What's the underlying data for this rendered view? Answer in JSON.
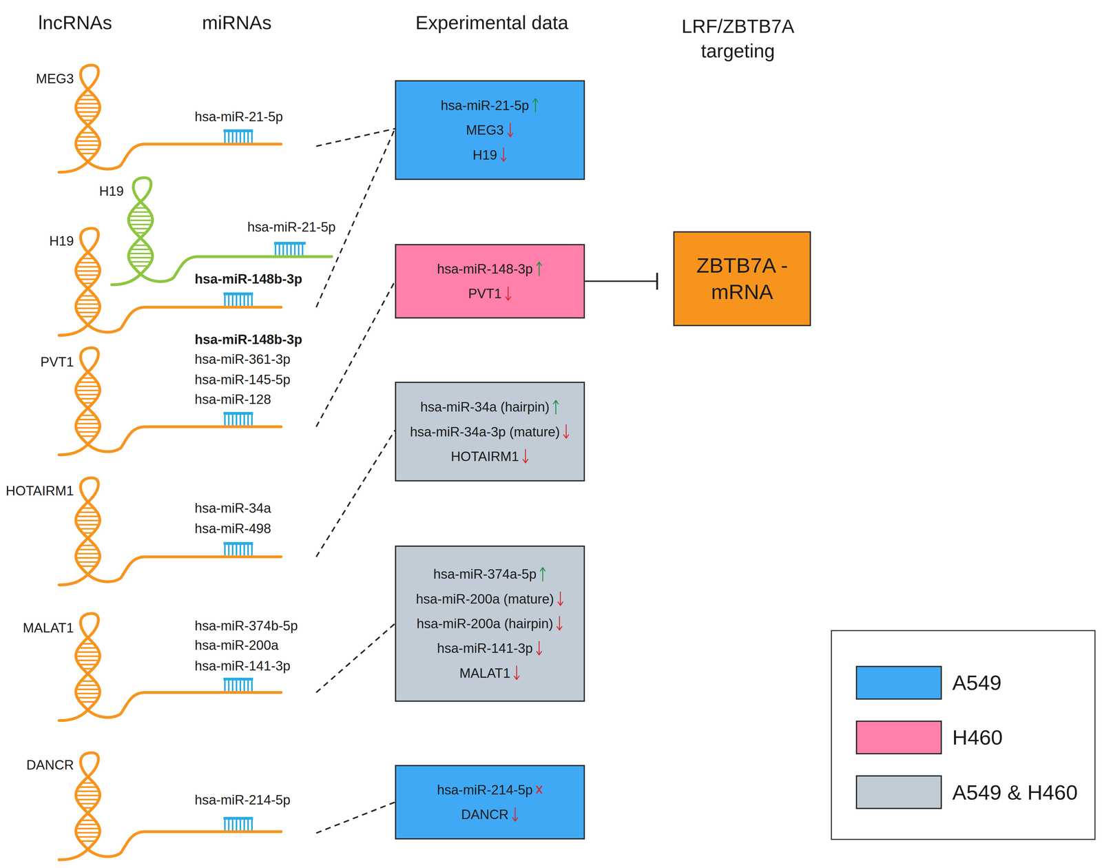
{
  "diagram": {
    "nodes": [
      {
        "text": [
          "hsa-miR-21-5p",
          "MEG3",
          "H19"
        ]
      },
      {
        "text": [
          "hsa-miR-148-3p",
          "PVT1"
        ]
      },
      {
        "text": [
          "hsa-miR-34a (hairpin)",
          "hsa-miR-34a-3p (mature)",
          "HOTAIRM1"
        ]
      },
      {
        "text": [
          "hsa-miR-374a-5p",
          "hsa-miR-200a (mature)",
          "hsa-miR-200a (hairpin)",
          "hsa-miR-141-3p",
          "MALAT1"
        ]
      },
      {
        "text": [
          "hsa-miR-214-5p",
          "DANCR"
        ]
      },
      {
        "text": [
          "ZBTB7A - mRNA"
        ]
      }
    ],
    "edges": [
      {
        "from": 1,
        "to": 5,
        "arrow": "to"
      }
    ],
    "labels": [
      "lncRNAs",
      "miRNAs",
      "Experimental data",
      "LRF/ZBTB7A targeting",
      "MEG3",
      "hsa-miR-21-5p",
      "H19",
      "hsa-miR-21-5p",
      "H19",
      "hsa-miR-148b-3p",
      "PVT1",
      "hsa-miR-148b-3p",
      "hsa-miR-361-3p",
      "hsa-miR-145-5p",
      "hsa-miR-128",
      "HOTAIRM1",
      "hsa-miR-34a",
      "hsa-miR-498",
      "MALAT1",
      "hsa-miR-374b-5p",
      "hsa-miR-200a",
      "hsa-miR-141-3p",
      "DANCR",
      "hsa-miR-214-5p"
    ],
    "legend": [
      {
        "text": "A549",
        "color": "#3fa9f5"
      },
      {
        "text": "H460",
        "color": "#ff80ab"
      },
      {
        "text": "A549 & H460",
        "color": "#c1ccd6"
      }
    ]
  }
}
